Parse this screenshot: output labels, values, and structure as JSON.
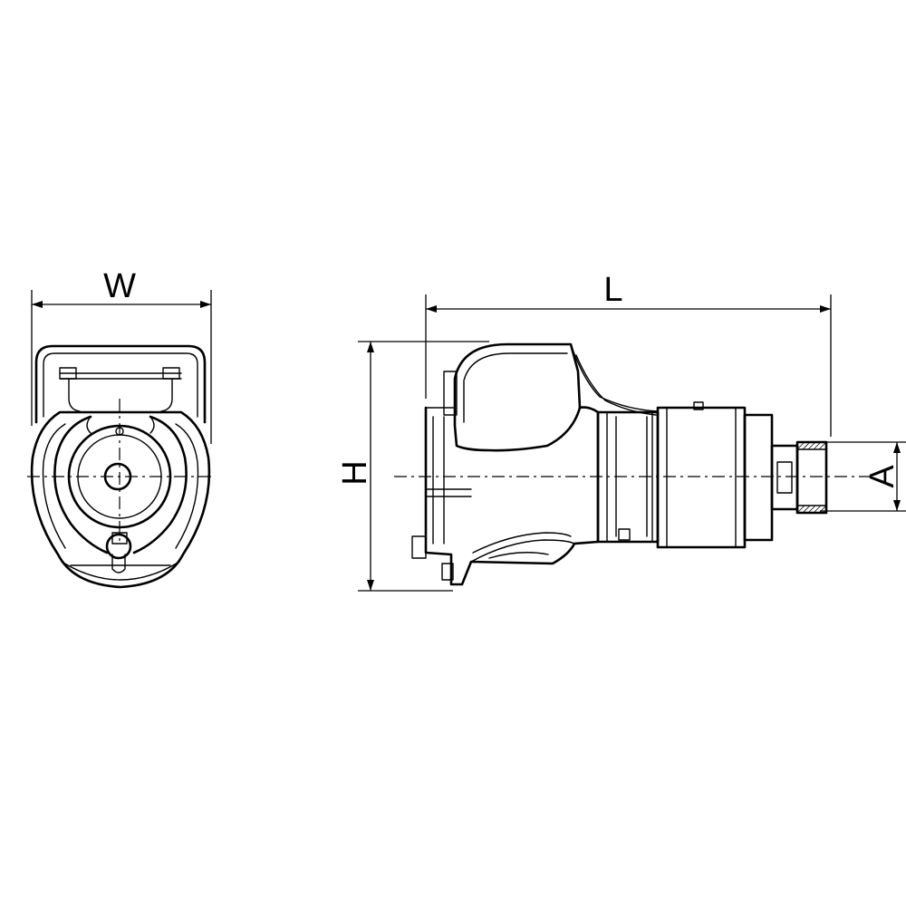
{
  "dimensions": {
    "width_label": "W",
    "length_label": "L",
    "height_label": "H",
    "a_label": "A"
  },
  "colors": {
    "line": "#000000",
    "background": "#ffffff"
  }
}
